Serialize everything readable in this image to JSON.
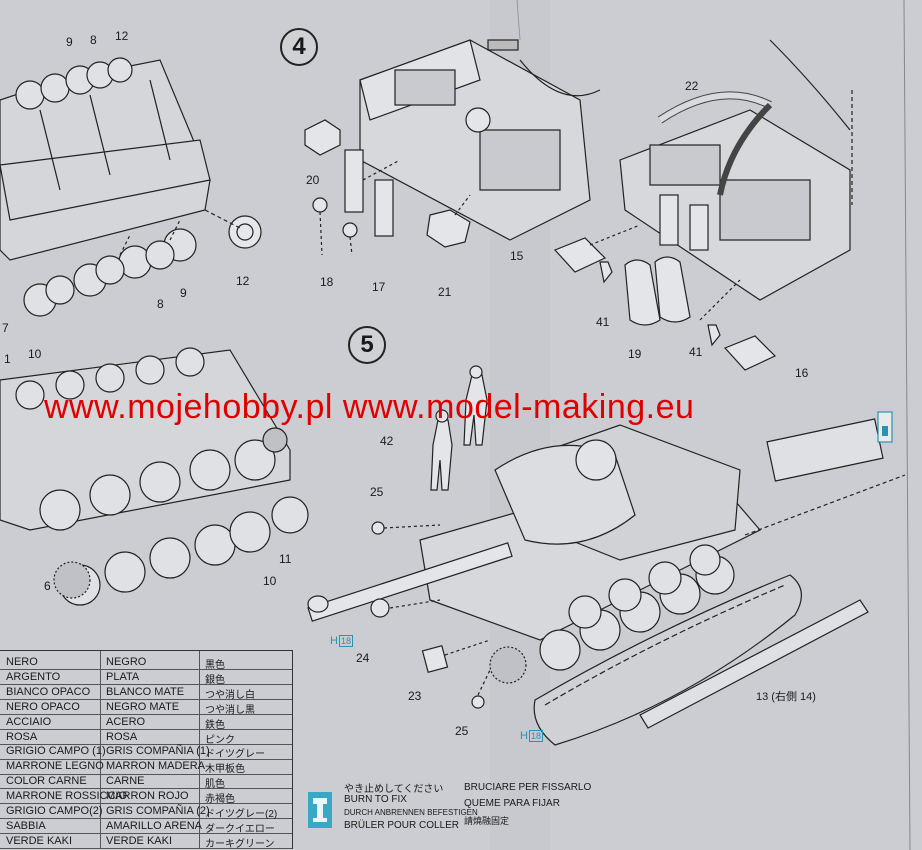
{
  "steps": [
    "4",
    "5"
  ],
  "part_numbers": {
    "p9a": "9",
    "p8a": "8",
    "p12a": "12",
    "p12b": "12",
    "p8b": "8",
    "p9b": "9",
    "p7": "7",
    "p1": "1",
    "p10a": "10",
    "p11": "11",
    "p10b": "10",
    "p6": "6",
    "p20": "20",
    "p18": "18",
    "p17": "17",
    "p21": "21",
    "p22": "22",
    "p15": "15",
    "p41a": "41",
    "p19": "19",
    "p41b": "41",
    "p16": "16",
    "p42": "42",
    "p25a": "25",
    "p24": "24",
    "p23": "23",
    "p25b": "25",
    "p13": "13 (右側 14)"
  },
  "hmarks": {
    "h1_letter": "H",
    "h1_num": "18",
    "h2_letter": "H",
    "h2_num": "18"
  },
  "watermark": "www.mojehobby.pl www.model-making.eu",
  "color_table": [
    [
      "NERO",
      "NEGRO",
      "黒色"
    ],
    [
      "ARGENTO",
      "PLATA",
      "銀色"
    ],
    [
      "BIANCO OPACO",
      "BLANCO MATE",
      "つや消し白"
    ],
    [
      "NERO OPACO",
      "NEGRO MATE",
      "つや消し黒"
    ],
    [
      "ACCIAIO",
      "ACERO",
      "鉄色"
    ],
    [
      "ROSA",
      "ROSA",
      "ピンク"
    ],
    [
      "GRIGIO CAMPO (1)",
      "GRIS COMPAÑIA (1)",
      "ドイツグレー"
    ],
    [
      "MARRONE LEGNO",
      "MARRON MADERA",
      "木甲板色"
    ],
    [
      "COLOR CARNE",
      "CARNE",
      "肌色"
    ],
    [
      "MARRONE ROSSICCIO",
      "MARRON ROJO",
      "赤褐色"
    ],
    [
      "GRIGIO CAMPO(2)",
      "GRIS COMPAÑIA (2)",
      "ドイツグレー(2)"
    ],
    [
      "SABBIA",
      "AMARILLO ARENA",
      "ダークイエロー"
    ],
    [
      "VERDE KAKI",
      "VERDE KAKI",
      "カーキグリーン"
    ]
  ],
  "burn": {
    "jp": "やき止めしてください",
    "en": "BURN TO FIX",
    "de": "DURCH ANBRENNEN BEFESTIGEN",
    "fr": "BRÜLER POUR COLLER",
    "it": "BRUCIARE PER FISSARLO",
    "es": "QUEME PARA FIJAR",
    "zh": "請燒融固定"
  }
}
